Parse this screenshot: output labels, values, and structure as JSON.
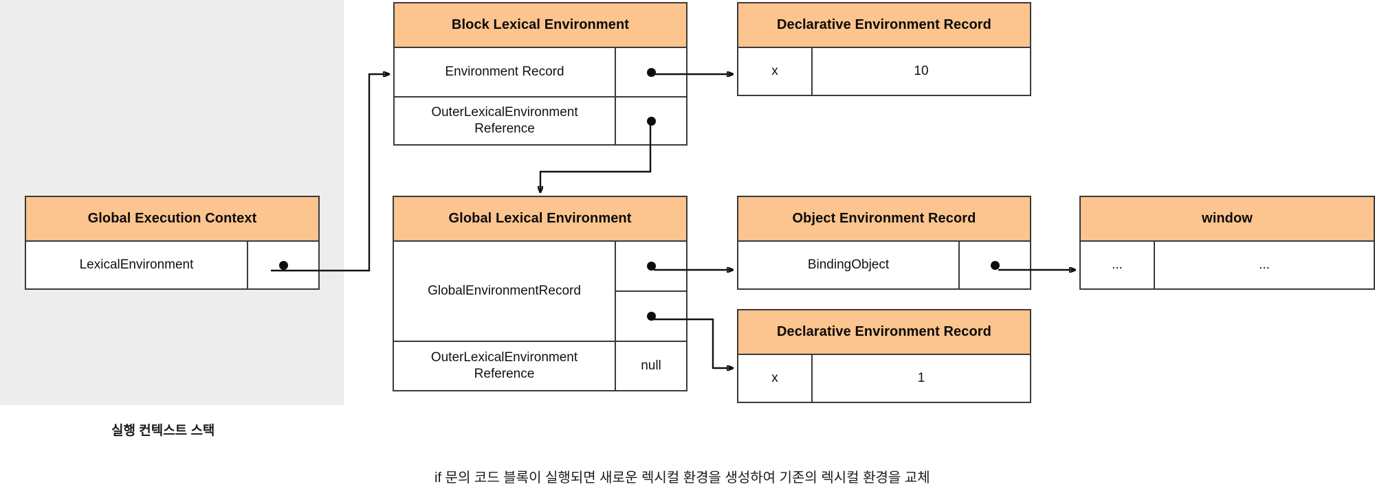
{
  "diagram": {
    "title_note": "if 문의 코드 블록이 실행되면 새로운 렉시컬 환경을 생성하여 기존의 렉시컬 환경을 교체",
    "stack_label": "실행 컨텍스트 스택",
    "colors": {
      "header_fill": "#fcc48e",
      "node_border": "#3a3a3a",
      "backdrop": "#ededed",
      "edge": "#111111",
      "page_bg": "#ffffff"
    },
    "nodes": {
      "global_execution_context": {
        "header": "Global Execution Context",
        "rows": [
          {
            "label": "LexicalEnvironment",
            "value": "pointer"
          }
        ]
      },
      "block_lexical_environment": {
        "header": "Block Lexical Environment",
        "rows": [
          {
            "label": "Environment Record",
            "value": "pointer"
          },
          {
            "label": "OuterLexicalEnvironment Reference",
            "label_line1": "OuterLexicalEnvironment",
            "label_line2": "Reference",
            "value": "pointer"
          }
        ]
      },
      "declarative_environment_record_block": {
        "header": "Declarative Environment Record",
        "rows": [
          {
            "name": "x",
            "value": "10"
          }
        ]
      },
      "global_lexical_environment": {
        "header": "Global Lexical Environment",
        "rows": [
          {
            "label": "GlobalEnvironmentRecord",
            "value_top": "pointer",
            "value_bottom": "pointer"
          },
          {
            "label": "OuterLexicalEnvironment Reference",
            "label_line1": "OuterLexicalEnvironment",
            "label_line2": "Reference",
            "value": "null"
          }
        ]
      },
      "object_environment_record": {
        "header": "Object Environment Record",
        "rows": [
          {
            "label": "BindingObject",
            "value": "pointer"
          }
        ]
      },
      "window": {
        "header": "window",
        "rows": [
          {
            "name": "...",
            "value": "..."
          }
        ]
      },
      "declarative_environment_record_global": {
        "header": "Declarative Environment Record",
        "rows": [
          {
            "name": "x",
            "value": "1"
          }
        ]
      }
    }
  }
}
